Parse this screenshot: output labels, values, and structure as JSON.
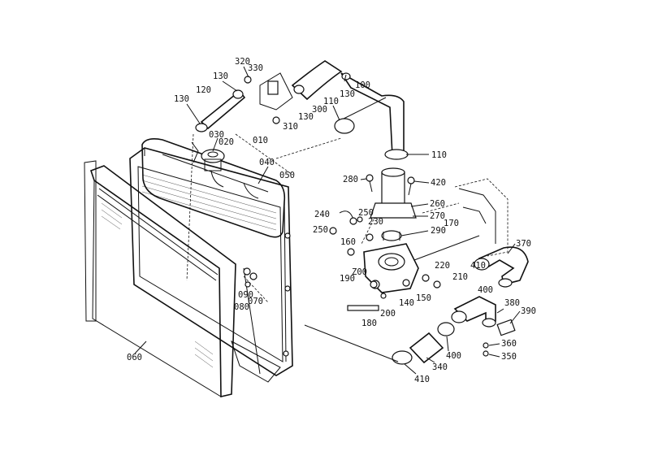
{
  "parts": [
    {
      "id": "p320",
      "label": "320"
    },
    {
      "id": "p330",
      "label": "330"
    },
    {
      "id": "p130a",
      "label": "130"
    },
    {
      "id": "p120",
      "label": "120"
    },
    {
      "id": "p130b",
      "label": "130"
    },
    {
      "id": "p030",
      "label": "030"
    },
    {
      "id": "p020",
      "label": "020"
    },
    {
      "id": "p010",
      "label": "010"
    },
    {
      "id": "p040",
      "label": "040"
    },
    {
      "id": "p050",
      "label": "050"
    },
    {
      "id": "p300",
      "label": "300"
    },
    {
      "id": "p130c",
      "label": "130"
    },
    {
      "id": "p310",
      "label": "310"
    },
    {
      "id": "p110a",
      "label": "110"
    },
    {
      "id": "p130d",
      "label": "130"
    },
    {
      "id": "p100",
      "label": "100"
    },
    {
      "id": "p110b",
      "label": "110"
    },
    {
      "id": "p280",
      "label": "280"
    },
    {
      "id": "p420",
      "label": "420"
    },
    {
      "id": "p260",
      "label": "260"
    },
    {
      "id": "p270",
      "label": "270"
    },
    {
      "id": "p240",
      "label": "240"
    },
    {
      "id": "p250a",
      "label": "250"
    },
    {
      "id": "p230",
      "label": "230"
    },
    {
      "id": "p170",
      "label": "170"
    },
    {
      "id": "p250b",
      "label": "250"
    },
    {
      "id": "p290",
      "label": "290"
    },
    {
      "id": "p160",
      "label": "160"
    },
    {
      "id": "p370",
      "label": "370"
    },
    {
      "id": "p220",
      "label": "220"
    },
    {
      "id": "p410a",
      "label": "410"
    },
    {
      "id": "p200a",
      "label": "Z00"
    },
    {
      "id": "p190",
      "label": "190"
    },
    {
      "id": "p210",
      "label": "210"
    },
    {
      "id": "p140",
      "label": "140"
    },
    {
      "id": "p150",
      "label": "150"
    },
    {
      "id": "p400a",
      "label": "400"
    },
    {
      "id": "p090",
      "label": "090"
    },
    {
      "id": "p080",
      "label": "080"
    },
    {
      "id": "p070",
      "label": "070"
    },
    {
      "id": "p200b",
      "label": "200"
    },
    {
      "id": "p380",
      "label": "380"
    },
    {
      "id": "p390",
      "label": "390"
    },
    {
      "id": "p180",
      "label": "180"
    },
    {
      "id": "p060",
      "label": "060"
    },
    {
      "id": "p360",
      "label": "360"
    },
    {
      "id": "p400b",
      "label": "400"
    },
    {
      "id": "p350",
      "label": "350"
    },
    {
      "id": "p340",
      "label": "340"
    },
    {
      "id": "p410b",
      "label": "410"
    }
  ]
}
